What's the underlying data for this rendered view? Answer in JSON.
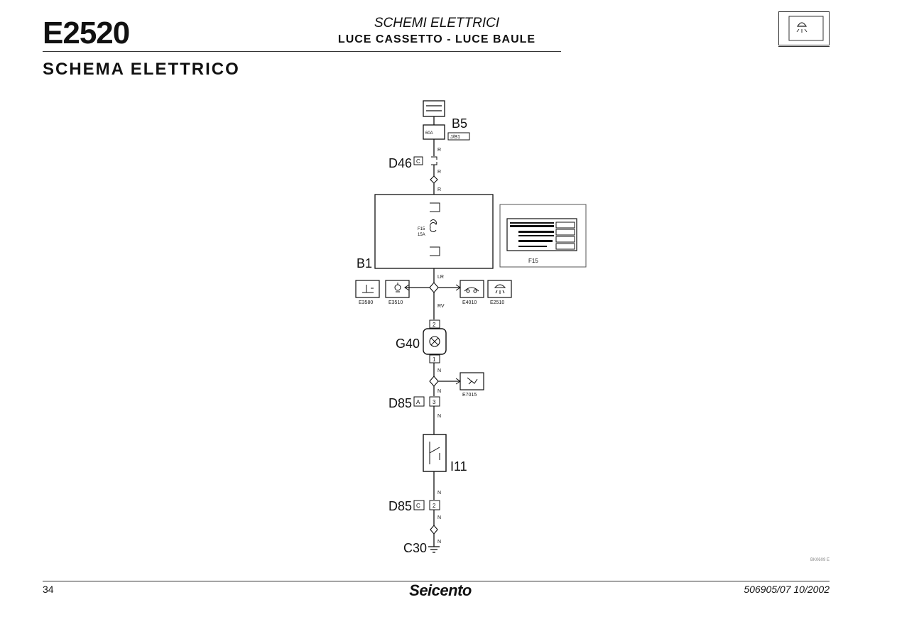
{
  "header": {
    "code": "E2520",
    "category": "SCHEMI ELETTRICI",
    "subtitle": "LUCE CASSETTO - LUCE BAULE",
    "section": "SCHEMA ELETTRICO"
  },
  "footer": {
    "page": "34",
    "brand": "Seicento",
    "doc": "506905/07   10/2002"
  },
  "diagram": {
    "components": {
      "b5": "B5",
      "b5_fuse": "60A",
      "b5_ref": "J/B1",
      "d46": "D46",
      "d46_conn": "C",
      "b1": "B1",
      "fuse": "F15",
      "fuse_rating": "15A",
      "g40": "G40",
      "g40_pin_top": "2",
      "g40_pin_bottom": "1",
      "d85_a": "D85",
      "d85_a_conn": "A",
      "d85_a_pin": "3",
      "i11": "I11",
      "d85_c": "D85",
      "d85_c_conn": "C",
      "d85_c_pin": "2",
      "c30": "C30",
      "inset_label": "F15"
    },
    "wire_colors": {
      "r1": "R",
      "r2": "R",
      "r3": "R",
      "lr": "LR",
      "rv": "RV",
      "n1": "N",
      "n2": "N",
      "n3": "N",
      "n4": "N",
      "n5": "N",
      "n6": "N"
    },
    "references": {
      "left1": "E3580",
      "left2": "E3510",
      "right1": "E4010",
      "right2": "E2510",
      "e7015": "E7015"
    },
    "drawing_ref": "BK0609 E"
  }
}
